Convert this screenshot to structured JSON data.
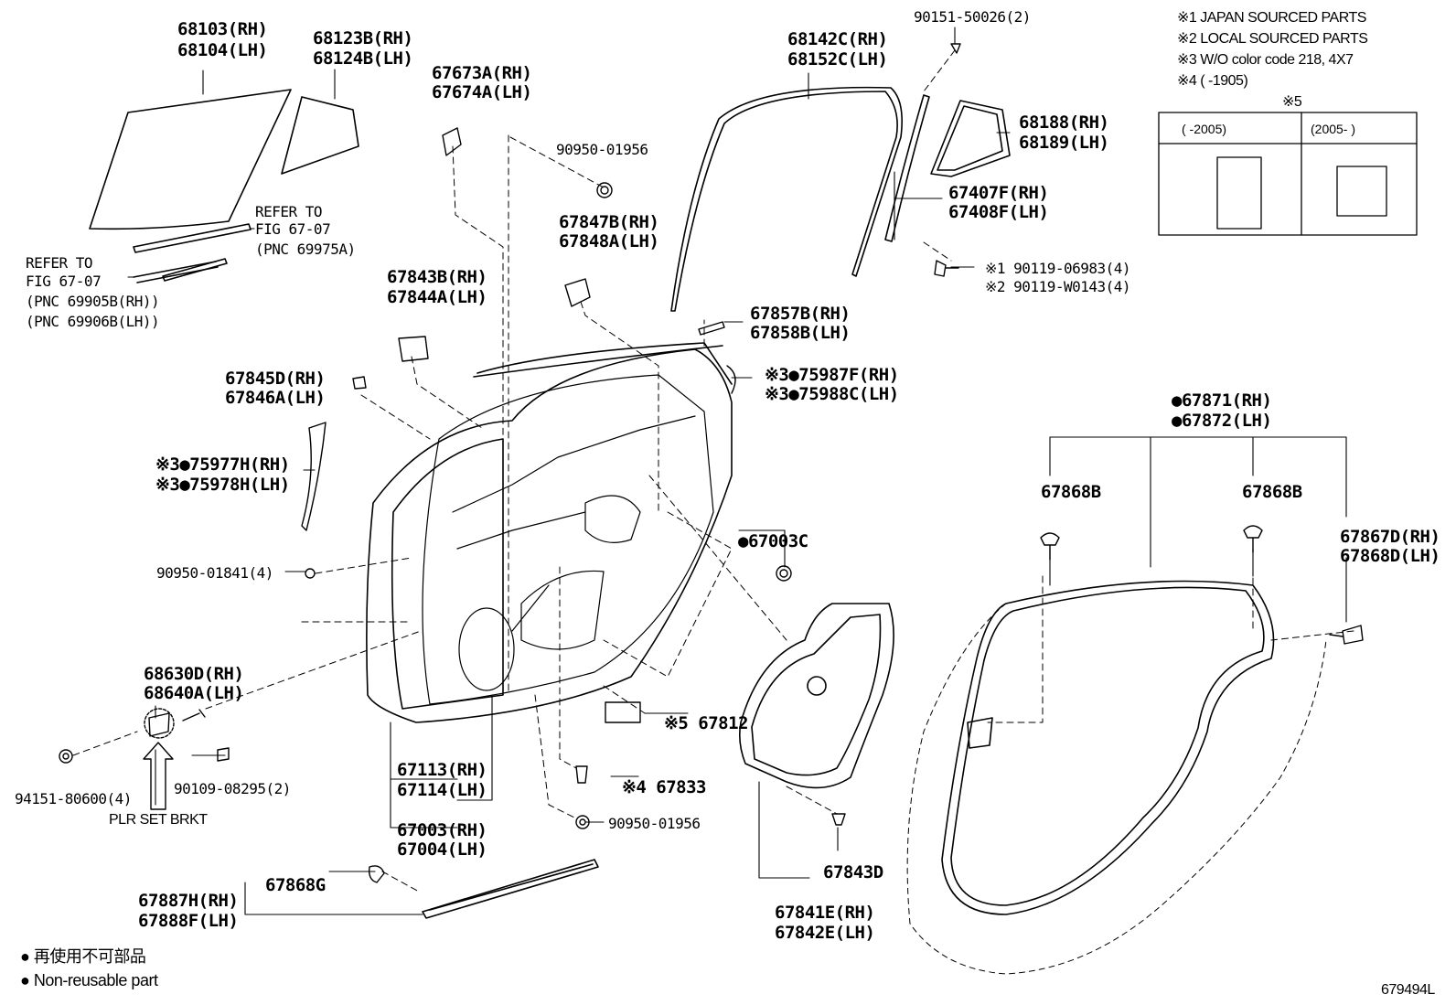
{
  "notes": [
    "※1 JAPAN SOURCED PARTS",
    "※2 LOCAL SOURCED PARTS",
    "※3 W/O color code 218, 4X7",
    "※4 (      -1905)",
    "※5"
  ],
  "inset": {
    "left_header": "(      -2005)",
    "right_header": "(2005-      )"
  },
  "parts": {
    "p68103": "68103(RH)",
    "p68104": "68104(LH)",
    "p68123": "68123B(RH)",
    "p68124": "68124B(LH)",
    "refer1a": "REFER TO",
    "refer1b": "FIG 67-07",
    "refer1c": "(PNC 69975A)",
    "refer2a": "REFER TO",
    "refer2b": "FIG 67-07",
    "refer2c": "(PNC 69905B(RH))",
    "refer2d": "(PNC 69906B(LH))",
    "p67673": "67673A(RH)",
    "p67674": "67674A(LH)",
    "p90950a": "90950-01956",
    "p67847": "67847B(RH)",
    "p67848": "67848A(LH)",
    "p67843": "67843B(RH)",
    "p67844": "67844A(LH)",
    "p67845": "67845D(RH)",
    "p67846": "67846A(LH)",
    "p75977": "※3●75977H(RH)",
    "p75978": "※3●75978H(LH)",
    "p90950b": "90950-01841(4)",
    "p68630": "68630D(RH)",
    "p68640": "68640A(LH)",
    "p94151": "94151-80600(4)",
    "p90109": "90109-08295(2)",
    "plr": "PLR SET BRKT",
    "p67113": "67113(RH)",
    "p67114": "67114(LH)",
    "p67003": "67003(RH)",
    "p67004": "67004(LH)",
    "p90950c": "90950-01956",
    "p67833": "※4 67833",
    "p67812": "※5 67812",
    "p67003c": "●67003C",
    "p67887": "67887H(RH)",
    "p67888": "67888F(LH)",
    "p67868g": "67868G",
    "p68142": "68142C(RH)",
    "p68152": "68152C(LH)",
    "p90151": "90151-50026(2)",
    "p68188": "68188(RH)",
    "p68189": "68189(LH)",
    "p67407": "67407F(RH)",
    "p67408": "67408F(LH)",
    "p90119a": "※1 90119-06983(4)",
    "p90119b": "※2 90119-W0143(4)",
    "p67857": "67857B(RH)",
    "p67858": "67858B(LH)",
    "p75987": "※3●75987F(RH)",
    "p75988": "※3●75988C(LH)",
    "p67841": "67841E(RH)",
    "p67842": "67842E(LH)",
    "p67843d": "67843D",
    "p67871": "●67871(RH)",
    "p67872": "●67872(LH)",
    "p67868b1": "67868B",
    "p67868b2": "67868B",
    "p67867": "67867D(RH)",
    "p67868d": "67868D(LH)"
  },
  "legend": {
    "jp": "● 再使用不可部品",
    "en": "● Non-reusable part"
  },
  "figure_code": "679494L"
}
